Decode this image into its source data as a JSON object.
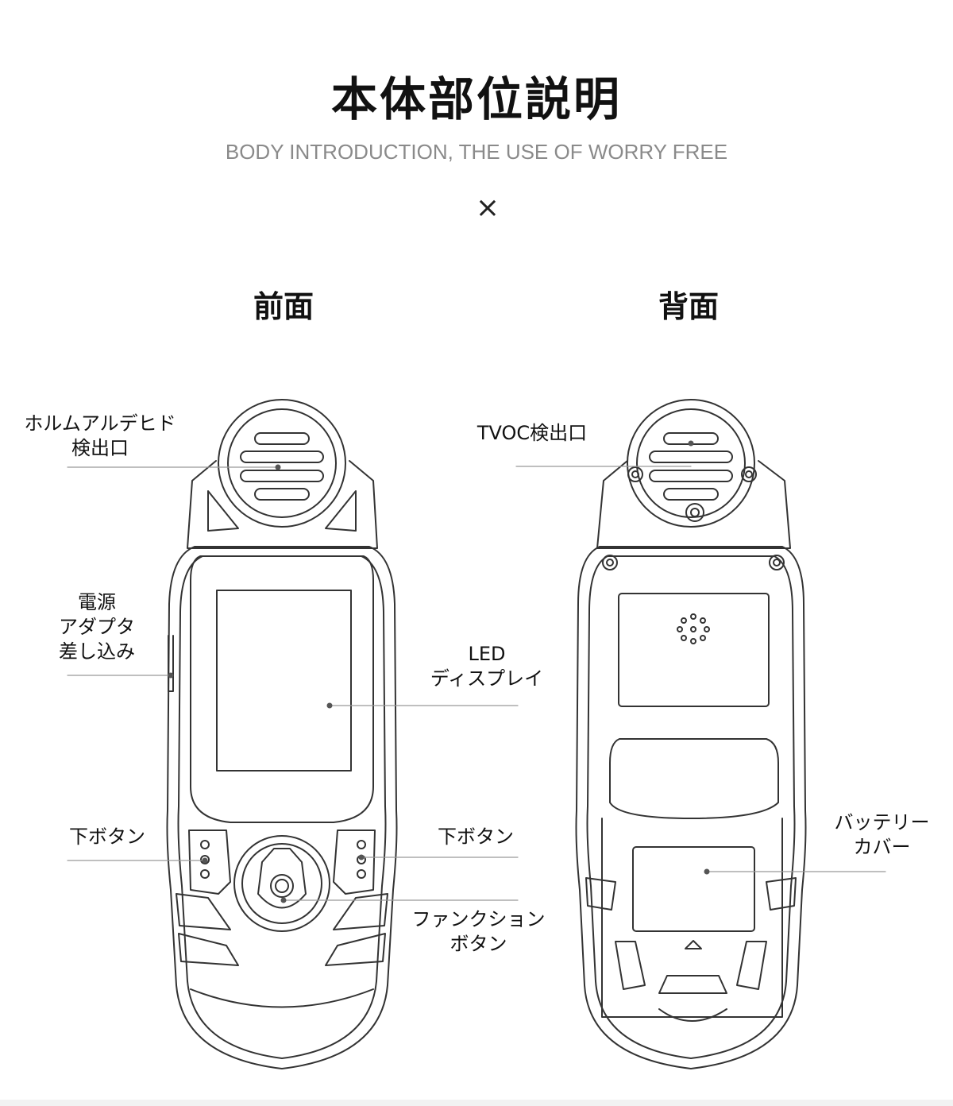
{
  "header": {
    "title": "本体部位説明",
    "subtitle": "BODY INTRODUCTION, THE USE OF WORRY FREE",
    "divider_glyph": "×"
  },
  "front": {
    "heading": "前面",
    "labels": {
      "formaldehyde_port": "ホルムアルデヒド\n検出口",
      "power_adapter": "電源\nアダプタ\n差し込み",
      "led_display": "LED\nディスプレイ",
      "down_button_left": "下ボタン",
      "down_button_right": "下ボタン",
      "function_button": "ファンクション\nボタン"
    }
  },
  "back": {
    "heading": "背面",
    "labels": {
      "tvoc_port": "TVOC検出口",
      "battery_cover": "バッテリー\nカバー"
    }
  },
  "colors": {
    "line": "#333333",
    "leader": "#999999",
    "subtitle": "#8a8a8a"
  }
}
